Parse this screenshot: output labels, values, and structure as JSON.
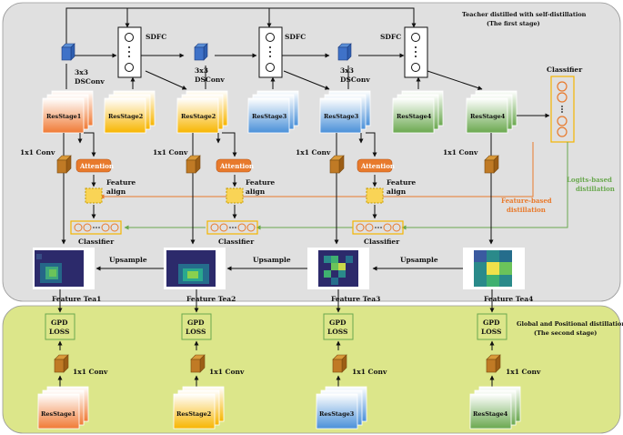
{
  "stage1": {
    "title": "Teacher distilled with self-distillation",
    "subtitle": "(The first stage)"
  },
  "stage2": {
    "title": "Global and Positional distillation",
    "subtitle": "(The second stage)"
  },
  "sdfc_label": "SDFC",
  "dsconv_label_1": "3x3",
  "dsconv_label_2": "DSConv",
  "conv1x1_label": "1x1 Conv",
  "attention_label": "Attention",
  "feature_align_label_1": "Feature",
  "feature_align_label_2": "align",
  "classifier_label": "Classifier",
  "upsample_label": "Upsample",
  "gpd_label_1": "GPD",
  "gpd_label_2": "LOSS",
  "logits_distill_1": "Logits-based",
  "logits_distill_2": "distillation",
  "feature_distill_1": "Feature-based",
  "feature_distill_2": "distillation",
  "teacher_stages": [
    "ResStage1",
    "ResStage2",
    "ResStage2",
    "ResStage3",
    "ResStage3",
    "ResStage4",
    "ResStage4"
  ],
  "feature_tea": [
    "Feature Tea1",
    "Feature Tea2",
    "Feature Tea3",
    "Feature Tea4"
  ],
  "student_stages": [
    "ResStage1",
    "ResStage2",
    "ResStage3",
    "ResStage4"
  ],
  "colors": {
    "orange": "#e87a2c",
    "yellow": "#f5b400",
    "blue": "#4a90d9",
    "green": "#6aa84f",
    "stage1_bg": "#e0e0e0",
    "stage2_bg": "#dce68a"
  }
}
